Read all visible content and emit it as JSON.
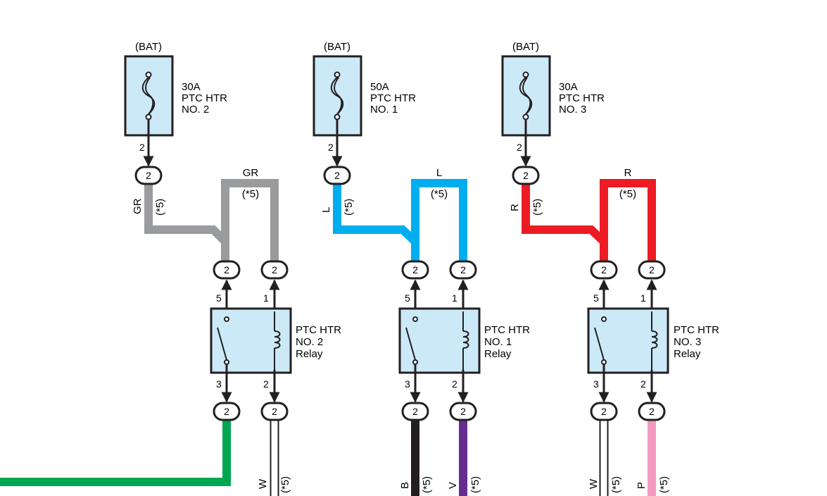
{
  "fuses": [
    {
      "source": "(BAT)",
      "rating": "30A",
      "name1": "PTC HTR",
      "name2": "NO. 2",
      "pin": "2",
      "connector": "2"
    },
    {
      "source": "(BAT)",
      "rating": "50A",
      "name1": "PTC HTR",
      "name2": "NO. 1",
      "pin": "2",
      "connector": "2"
    },
    {
      "source": "(BAT)",
      "rating": "30A",
      "name1": "PTC HTR",
      "name2": "NO. 3",
      "pin": "2",
      "connector": "2"
    }
  ],
  "feed_wires": [
    {
      "color_code": "GR",
      "note": "(*5)",
      "color": "#9a9b9d"
    },
    {
      "color_code": "L",
      "note": "(*5)",
      "color": "#00aeef"
    },
    {
      "color_code": "R",
      "note": "(*5)",
      "color": "#ed1c24"
    }
  ],
  "branch_wires": [
    {
      "color_code": "GR",
      "note": "(*5)"
    },
    {
      "color_code": "L",
      "note": "(*5)"
    },
    {
      "color_code": "R",
      "note": "(*5)"
    }
  ],
  "relays": [
    {
      "name1": "PTC HTR",
      "name2": "NO. 2",
      "name3": "Relay",
      "pin_switch_top": "5",
      "pin_coil_top": "1",
      "pin_switch_bottom": "3",
      "pin_coil_bottom": "2",
      "top_connectors": [
        "2",
        "2"
      ],
      "bottom_connectors": [
        "2",
        "2"
      ]
    },
    {
      "name1": "PTC HTR",
      "name2": "NO. 1",
      "name3": "Relay",
      "pin_switch_top": "5",
      "pin_coil_top": "1",
      "pin_switch_bottom": "3",
      "pin_coil_bottom": "2",
      "top_connectors": [
        "2",
        "2"
      ],
      "bottom_connectors": [
        "2",
        "2"
      ]
    },
    {
      "name1": "PTC HTR",
      "name2": "NO. 3",
      "name3": "Relay",
      "pin_switch_top": "5",
      "pin_coil_top": "1",
      "pin_switch_bottom": "3",
      "pin_coil_bottom": "2",
      "top_connectors": [
        "2",
        "2"
      ],
      "bottom_connectors": [
        "2",
        "2"
      ]
    }
  ],
  "output_wires": [
    {
      "color_code": "",
      "note": "",
      "color": "#00a651"
    },
    {
      "color_code": "W",
      "note": "(*5)",
      "color": "#ffffff"
    },
    {
      "color_code": "B",
      "note": "(*5)",
      "color": "#231f20"
    },
    {
      "color_code": "V",
      "note": "(*5)",
      "color": "#662d91"
    },
    {
      "color_code": "W",
      "note": "(*5)",
      "color": "#ffffff"
    },
    {
      "color_code": "P",
      "note": "(*5)",
      "color": "#f49ac1"
    }
  ],
  "colors": {
    "component_fill": "#cce9f8",
    "outline": "#231f20"
  }
}
